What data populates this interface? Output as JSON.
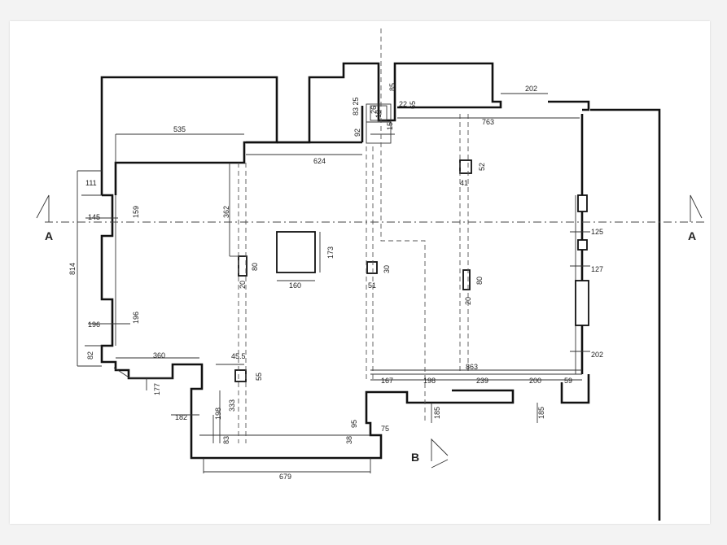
{
  "plan": {
    "section_labels": {
      "a_left": "A",
      "a_right": "A",
      "b": "B"
    },
    "dimensions": {
      "d535": "535",
      "d624": "624",
      "d763": "763",
      "d202_top": "202",
      "d83_25": "83 25",
      "d85": "85",
      "d26": "26",
      "d22": "22",
      "d65": "65",
      "d92": "92",
      "d19": "19",
      "d15": "15",
      "d111": "111",
      "d145": "145",
      "d159": "159",
      "d814": "814",
      "d196_left": "196",
      "d196_right": "196",
      "d82": "82",
      "d360": "360",
      "d177": "177",
      "d362": "362",
      "d80_left": "80",
      "d20_left": "20",
      "d173": "173",
      "d160": "160",
      "d30": "30",
      "d51": "51",
      "d52": "52",
      "d41": "41",
      "d80_right": "80",
      "d20_right": "20",
      "d125": "125",
      "d127": "127",
      "d202_right": "202",
      "d45_5": "45.5",
      "d55": "55",
      "d182": "182",
      "d198_left": "198",
      "d333": "333",
      "d83": "83",
      "d38": "38",
      "d95": "95",
      "d75": "75",
      "d679": "679",
      "d863": "863",
      "d167": "167",
      "d198_bottom": "198",
      "d239": "239",
      "d200": "200",
      "d59": "59",
      "d185_left": "185",
      "d185_right": "185"
    }
  }
}
